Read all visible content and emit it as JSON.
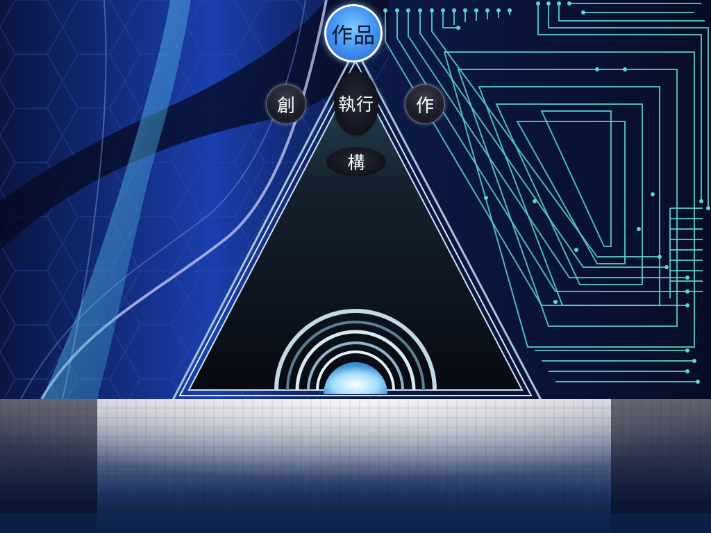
{
  "nav": {
    "active": "作品",
    "left": "創",
    "middle": "執行",
    "right": "作",
    "lower": "構"
  },
  "colors": {
    "background": "#050a1c",
    "accent": "#3f8ff0",
    "circuit": "#5fd6d0",
    "glow": "#7fc8ff"
  }
}
